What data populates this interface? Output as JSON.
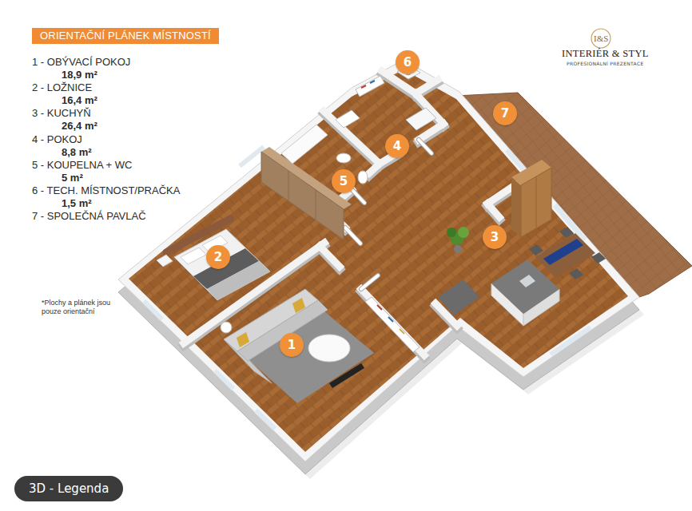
{
  "diagram": {
    "title": "ORIENTAČNÍ PLÁNEK MÍSTNOSTÍ",
    "nodes": [
      {
        "text": [
          "6"
        ]
      },
      {
        "text": [
          "7"
        ]
      },
      {
        "text": [
          "4"
        ]
      },
      {
        "text": [
          "5"
        ]
      },
      {
        "text": [
          "3"
        ]
      },
      {
        "text": [
          "2"
        ]
      },
      {
        "text": [
          "1"
        ]
      },
      {
        "text": [
          "3D - Legenda"
        ]
      }
    ],
    "labels": [
      "1 - OBÝVACÍ POKOJ",
      "18,9 m²",
      "2 - LOŽNICE",
      "16,4 m²",
      "3 - KUCHYŇ",
      "26,4 m²",
      "4 - POKOJ",
      "8,8 m²",
      "5 - KOUPELNA + WC",
      "5 m²",
      "6 - TECH. MÍSTNOST/PRAČKA",
      "1,5 m²",
      "7 - SPOLEČNÁ PAVLAČ",
      "*Plochy a plánek jsou pouze orientační",
      "I&S",
      "INTERIÉR & STYL",
      "PROFESIONÁLNÍ PREZENTACE"
    ]
  }
}
